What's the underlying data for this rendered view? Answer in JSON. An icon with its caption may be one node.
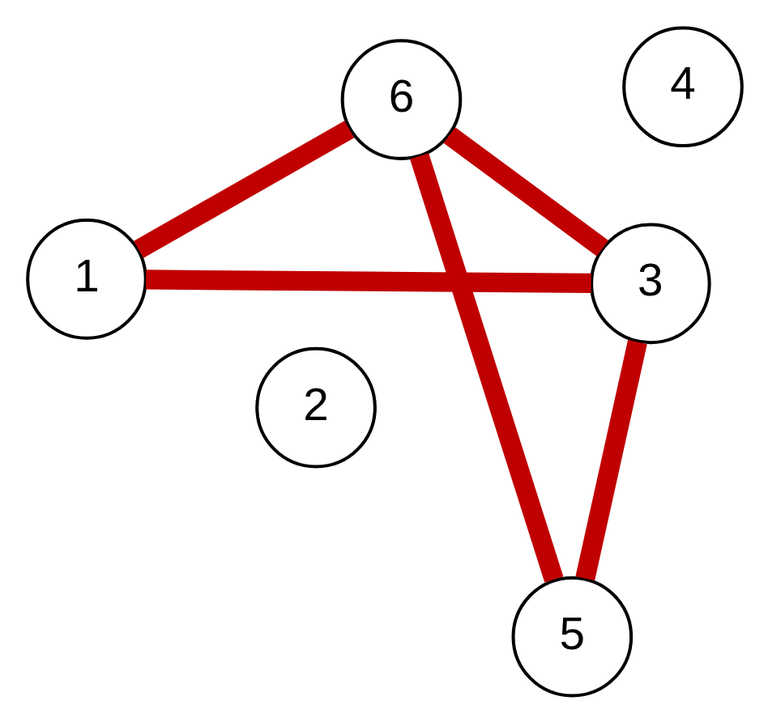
{
  "diagram": {
    "nodes": [
      {
        "text": [
          "1"
        ]
      },
      {
        "text": [
          "2"
        ]
      },
      {
        "text": [
          "3"
        ]
      },
      {
        "text": [
          "4"
        ]
      },
      {
        "text": [
          "5"
        ]
      },
      {
        "text": [
          "6"
        ]
      }
    ],
    "edges": [
      {
        "from": 0,
        "to": 5,
        "arrow": "none"
      },
      {
        "from": 0,
        "to": 2,
        "arrow": "none"
      },
      {
        "from": 5,
        "to": 2,
        "arrow": "none"
      },
      {
        "from": 5,
        "to": 4,
        "arrow": "none"
      },
      {
        "from": 4,
        "to": 2,
        "arrow": "none"
      }
    ]
  }
}
